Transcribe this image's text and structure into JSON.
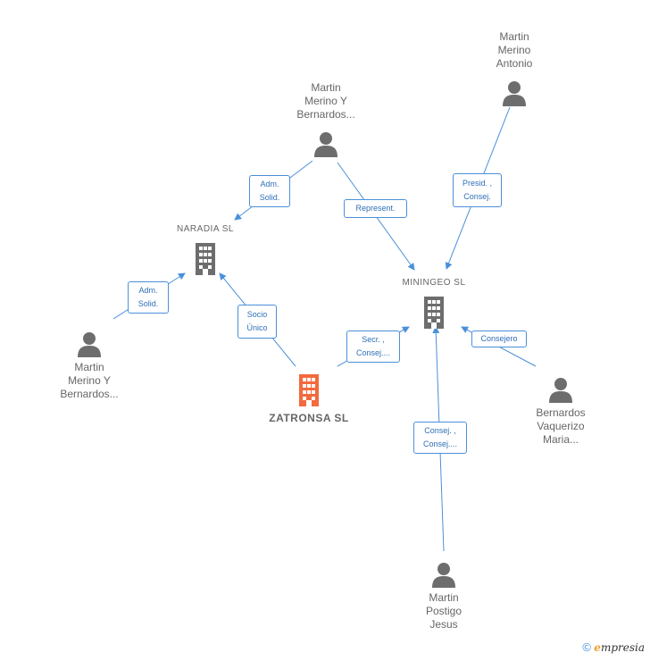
{
  "nodes": {
    "person_top_center": {
      "lines": [
        "Martin",
        "Merino Y",
        "Bernardos..."
      ]
    },
    "person_top_right": {
      "lines": [
        "Martin",
        "Merino",
        "Antonio"
      ]
    },
    "person_left": {
      "lines": [
        "Martin",
        "Merino Y",
        "Bernardos..."
      ]
    },
    "person_right": {
      "lines": [
        "Bernardos",
        "Vaquerizo",
        "Maria..."
      ]
    },
    "person_bottom": {
      "lines": [
        "Martin",
        "Postigo",
        "Jesus"
      ]
    },
    "company_naradia": {
      "label": "NARADIA  SL"
    },
    "company_miningeo": {
      "label": "MININGEO SL"
    },
    "company_zatronsa": {
      "label": "ZATRONSA  SL"
    }
  },
  "edges": {
    "adm_solid_top": {
      "lines": [
        "Adm.",
        "Solid."
      ]
    },
    "represent": {
      "lines": [
        "Represent."
      ]
    },
    "presid_consej": {
      "lines": [
        "Presid. ,",
        "Consej."
      ]
    },
    "adm_solid_left": {
      "lines": [
        "Adm.",
        "Solid."
      ]
    },
    "socio_unico": {
      "lines": [
        "Socio",
        "Único"
      ]
    },
    "secr_consej": {
      "lines": [
        "Secr. ,",
        "Consej...."
      ]
    },
    "consejero": {
      "lines": [
        "Consejero"
      ]
    },
    "consej_consej": {
      "lines": [
        "Consej. ,",
        "Consej...."
      ]
    }
  },
  "colors": {
    "edge": "#4a90d9",
    "icon_gray": "#6d6d6d",
    "focus": "#f26a3d"
  },
  "footer": {
    "copyright_symbol": "©",
    "brand_first_letter": "e",
    "brand_rest": "mpresia"
  }
}
